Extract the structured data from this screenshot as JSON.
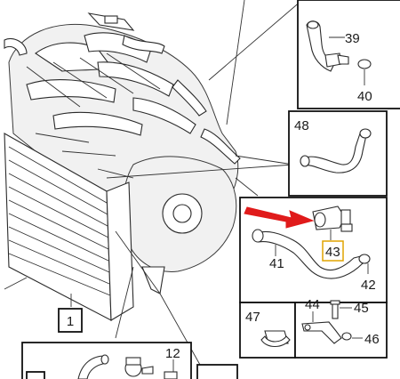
{
  "callouts": {
    "c1": "1",
    "c12": "12",
    "c39": "39",
    "c40": "40",
    "c41": "41",
    "c42": "42",
    "c43": "43",
    "c44": "44",
    "c45": "45",
    "c46": "46",
    "c47": "47",
    "c48": "48"
  },
  "colors": {
    "highlight_arrow": "#e01b1b",
    "highlight_box": "#e0a400",
    "line": "#2b2b2b"
  },
  "icons": [
    "red-pointer-arrow-icon"
  ]
}
